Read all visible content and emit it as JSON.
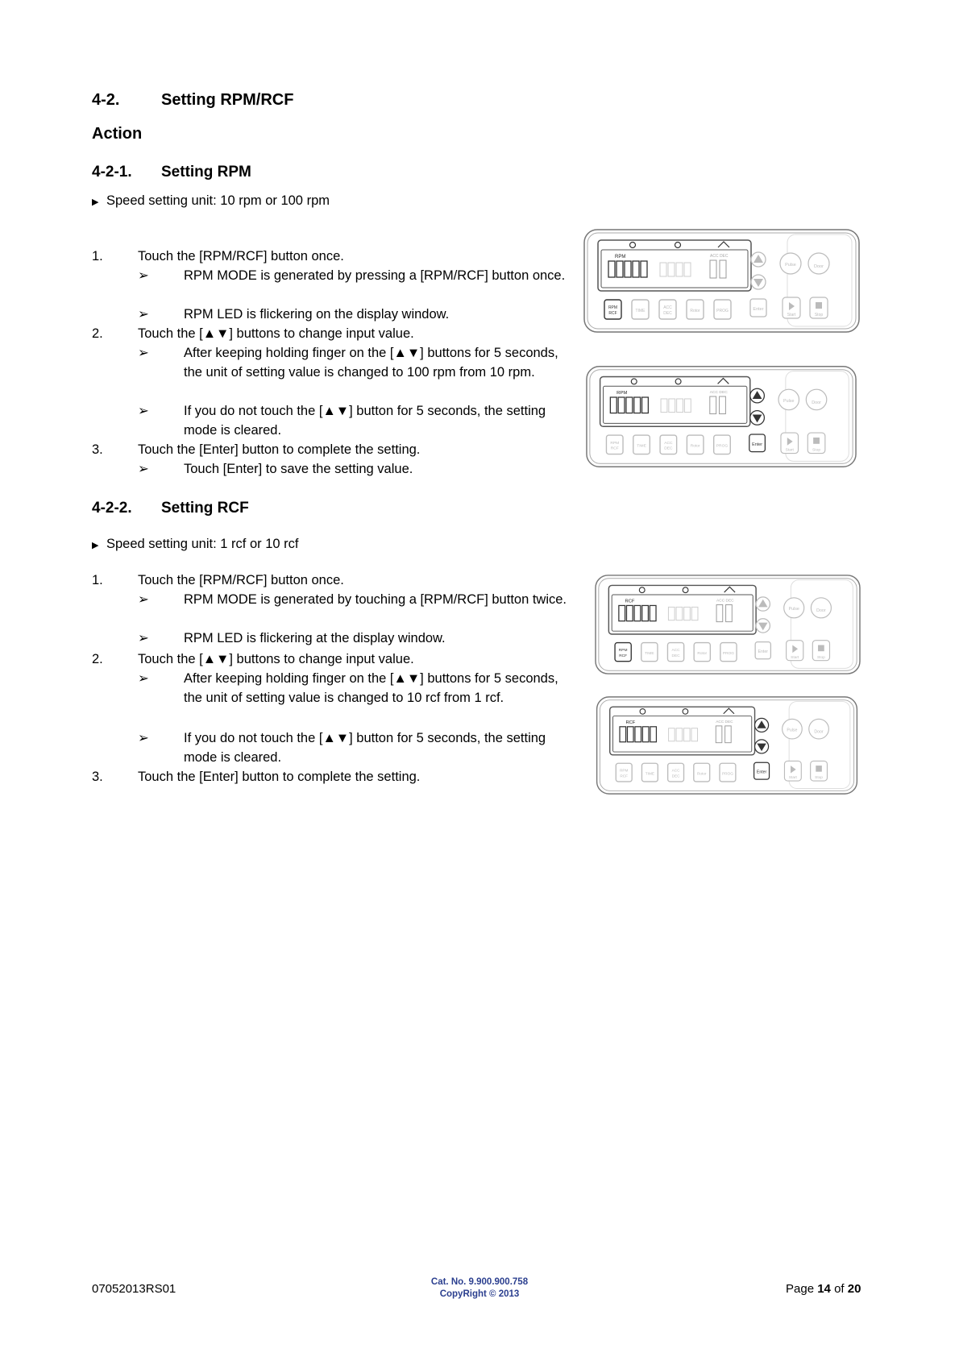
{
  "section": {
    "number": "4-2.",
    "title": "Setting RPM/RCF"
  },
  "action_label": "Action",
  "rpm": {
    "number": "4-2-1.",
    "title": "Setting RPM",
    "bullet": "Speed setting unit: 10 rpm or 100 rpm",
    "steps": [
      {
        "n": "1.",
        "text": "Touch the [RPM/RCF] button once."
      },
      {
        "sub": "RPM MODE is generated by pressing a [RPM/RCF] button once."
      },
      {
        "sub": "RPM LED is flickering on the display window."
      },
      {
        "n": "2.",
        "text": "Touch the [▲▼] buttons to change input value."
      },
      {
        "sub": "After keeping holding finger on the [▲▼] buttons for 5 seconds, the unit of setting value is changed to 100 rpm from 10 rpm."
      },
      {
        "sub": "If you do not touch the [▲▼] button for 5 seconds, the setting mode is cleared."
      },
      {
        "n": "3.",
        "text": "Touch the [Enter] button to complete the setting."
      },
      {
        "sub": "Touch [Enter] to save the setting value."
      }
    ]
  },
  "rcf": {
    "number": "4-2-2.",
    "title": "Setting RCF",
    "bullet": "Speed setting unit: 1 rcf or 10 rcf",
    "steps": [
      {
        "n": "1.",
        "text": "Touch the [RPM/RCF] button once."
      },
      {
        "sub": "RPM MODE is generated by touching a [RPM/RCF] button twice."
      },
      {
        "sub": "RPM LED is flickering at the display window."
      },
      {
        "n": "2.",
        "text": "Touch the [▲▼] buttons to change input value."
      },
      {
        "sub": "After keeping holding finger on the [▲▼] buttons for 5 seconds, the unit of setting value is changed to 10 rcf from 1 rcf."
      },
      {
        "sub": "If you do not touch the [▲▼] button for 5 seconds, the setting mode is cleared."
      },
      {
        "n": "3.",
        "text": "Touch the [Enter] button to complete the setting."
      }
    ]
  },
  "panel_labels": {
    "rpm": "RPM",
    "rcf": "RCF",
    "rpm_rcf_top": "RPM",
    "rpm_rcf_bottom": "RCF",
    "time": "TIME",
    "acc": "ACC",
    "dec": "DEC",
    "rotor": "Rotor",
    "prog": "PROG",
    "enter": "Enter",
    "pulse": "Pulse",
    "door": "Door",
    "start": "Start",
    "stop": "Stop",
    "acc_dec": "ACC DEC"
  },
  "arrow_glyph": "➢",
  "bullet_glyph": "▶",
  "footer": {
    "doc_id": "07052013RS01",
    "cat_no": "Cat. No. 9.900.900.758",
    "copyright": "CopyRight © 2013",
    "page_word": "Page",
    "page_num": "14",
    "of_word": "of",
    "page_total": "20"
  }
}
